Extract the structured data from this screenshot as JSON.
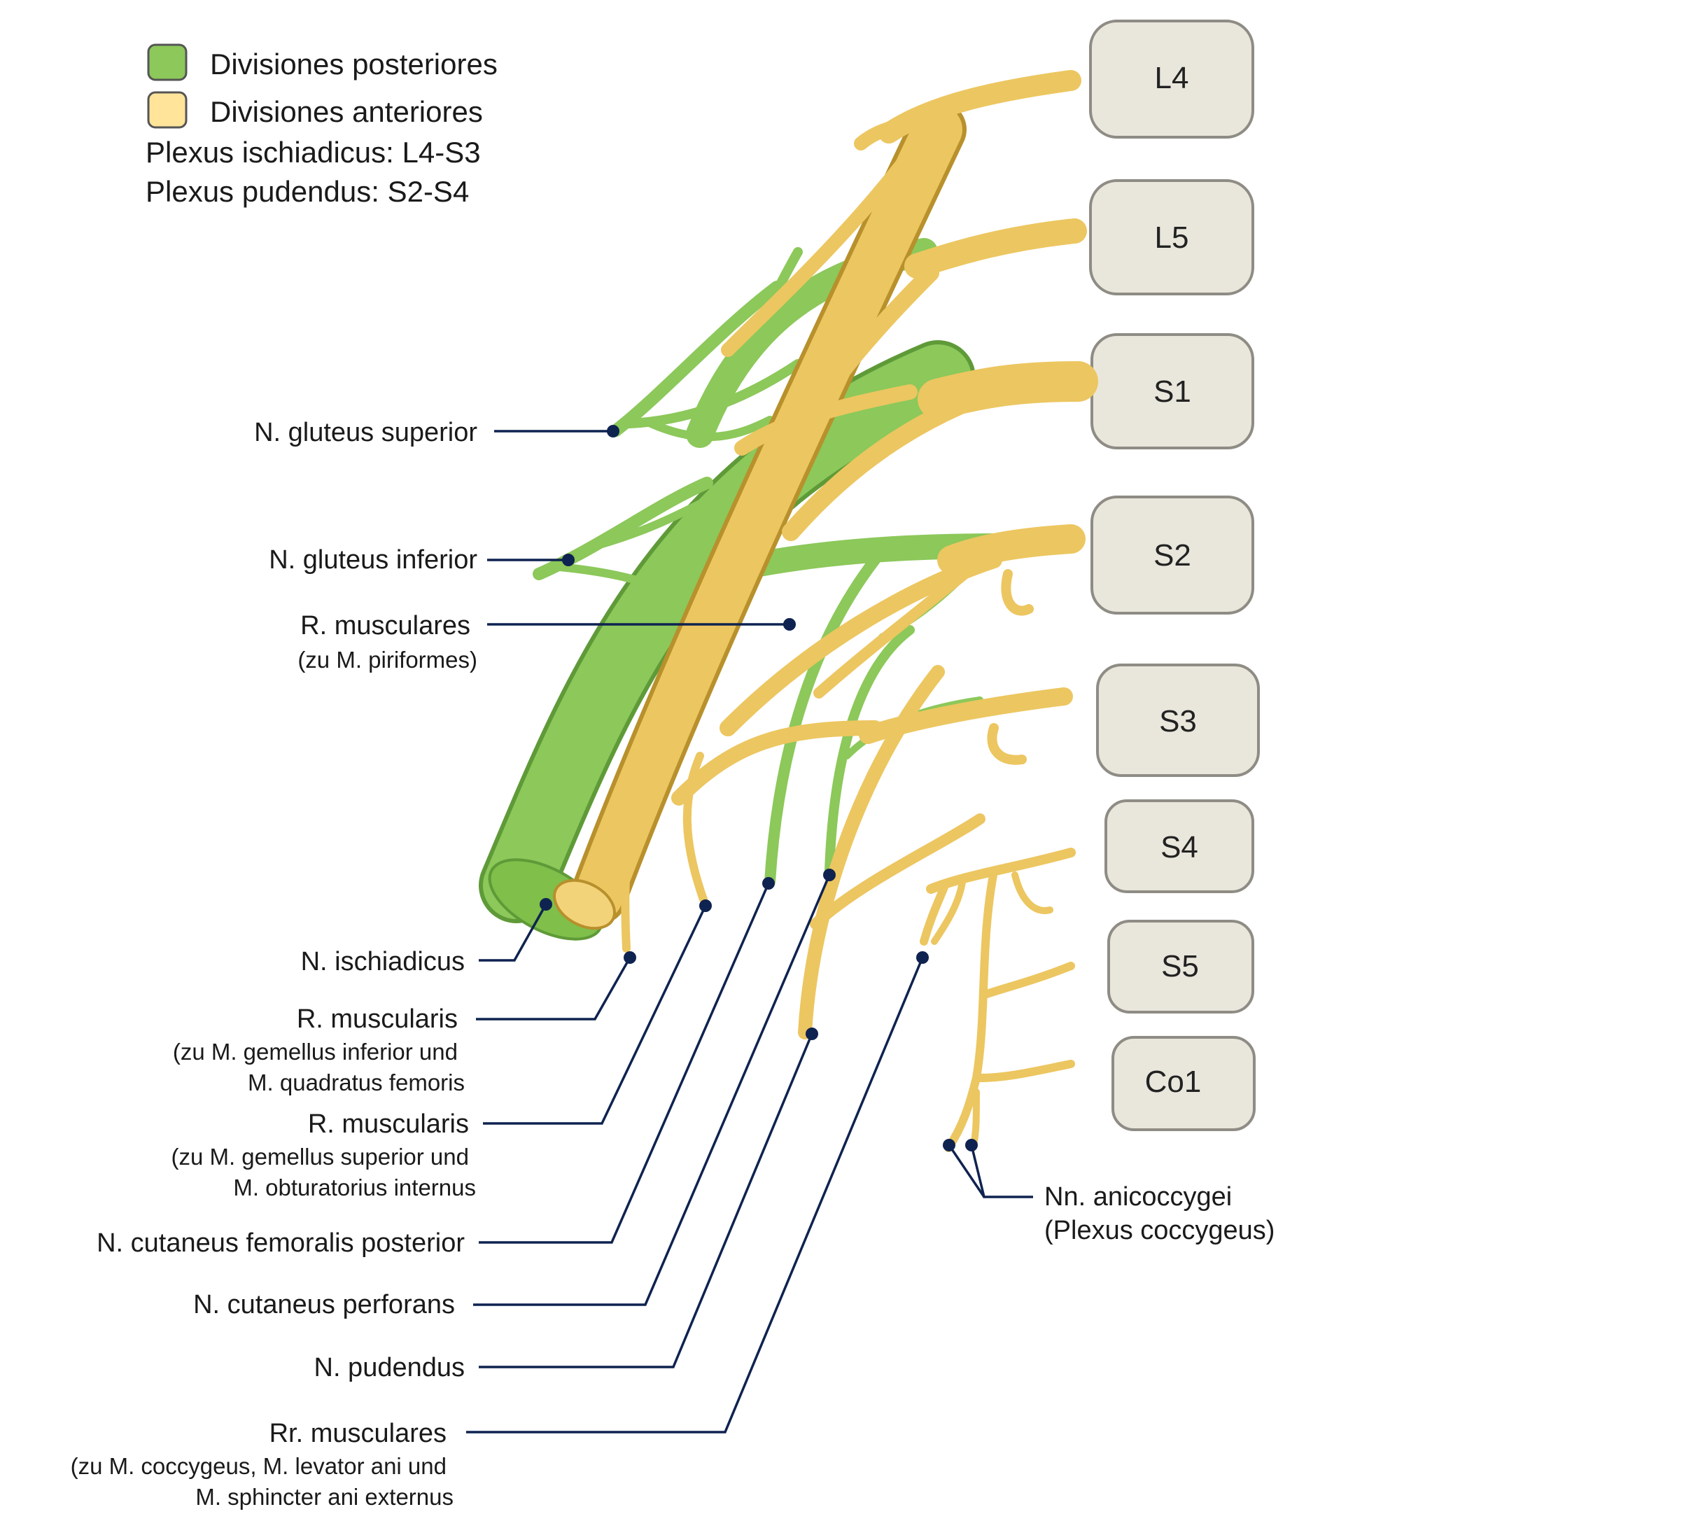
{
  "colors": {
    "posterior": "#8cc85a",
    "posterior_dark": "#5f9a38",
    "anterior": "#ecc660",
    "anterior_dark": "#b8902c",
    "vertebra": "#e9e7dc",
    "vertebra_edge": "#8e8c84",
    "leader": "#0f2350"
  },
  "legend": {
    "posterior": "Divisiones posteriores",
    "anterior": "Divisiones anteriores",
    "line1": "Plexus ischiadicus: L4-S3",
    "line2": "Plexus pudendus: S2-S4"
  },
  "vertebrae": [
    "L4",
    "L5",
    "S1",
    "S2",
    "S3",
    "S4",
    "S5",
    "Co1"
  ],
  "labels": {
    "gluteus_superior": "N. gluteus superior",
    "gluteus_inferior": "N. gluteus inferior",
    "rm_piriformes": "R. musculares",
    "rm_piriformes_sub": "(zu M. piriformes)",
    "ischiadicus": "N. ischiadicus",
    "rm_gemellus_inf": "R. muscularis",
    "rm_gemellus_inf_sub1": "(zu M. gemellus inferior und",
    "rm_gemellus_inf_sub2": "M. quadratus femoris",
    "rm_gemellus_sup": "R. muscularis",
    "rm_gemellus_sup_sub1": "(zu M. gemellus superior und",
    "rm_gemellus_sup_sub2": "M. obturatorius internus",
    "cut_fem_post": "N. cutaneus femoralis posterior",
    "cut_perforans": "N. cutaneus perforans",
    "pudendus": "N. pudendus",
    "rr_musculares": "Rr. musculares",
    "rr_musculares_sub1": "(zu M. coccygeus, M. levator ani und",
    "rr_musculares_sub2": "M. sphincter ani externus",
    "anicoccygei": "Nn. anicoccygei",
    "anicoccygei_sub": "(Plexus coccygeus)"
  }
}
